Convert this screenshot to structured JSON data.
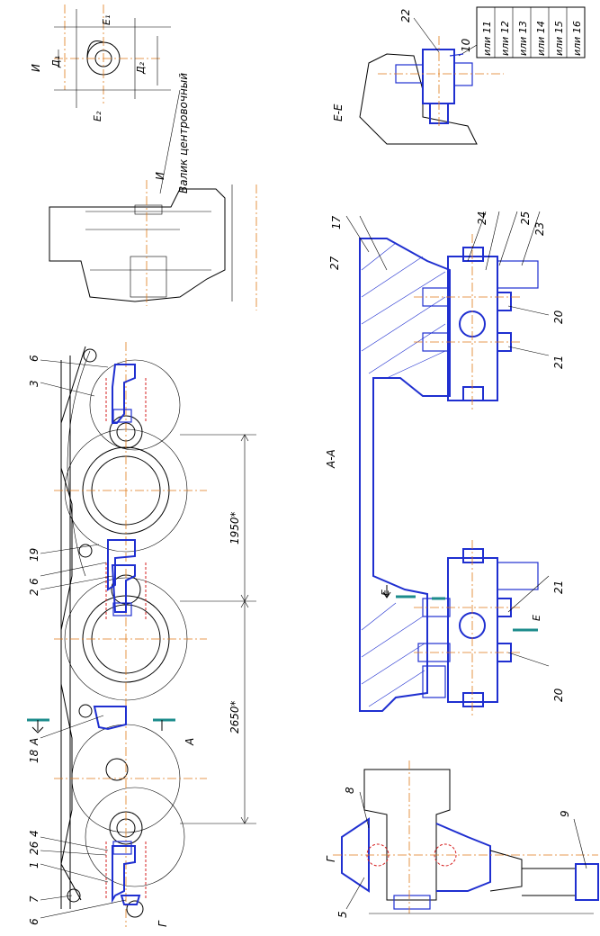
{
  "labels": {
    "section_aa": "А-А",
    "section_ee": "Е-Е",
    "view_g": "Г",
    "view_i": "И",
    "shaft_note": "Валик центровочный",
    "dim_1950": "1950*",
    "dim_2650": "2650*",
    "section_mark_a": "А",
    "section_mark_e": "Е",
    "d1": "Д₁",
    "d2": "Д₂",
    "e1": "Е₁",
    "e2": "Е₂"
  },
  "positions": {
    "p1": "1",
    "p2": "2",
    "p3": "3",
    "p4": "4",
    "p5": "5",
    "p6": "6",
    "p7": "7",
    "p8": "8",
    "p9": "9",
    "p10": "10",
    "p17": "17",
    "p18": "18",
    "p19": "19",
    "p20": "20",
    "p21": "21",
    "p22": "22",
    "p23": "23",
    "p24": "24",
    "p25": "25",
    "p26": "26",
    "p27": "27"
  },
  "alt_table": [
    "или 11",
    "или 12",
    "или 13",
    "или 14",
    "или 15",
    "или 16"
  ]
}
